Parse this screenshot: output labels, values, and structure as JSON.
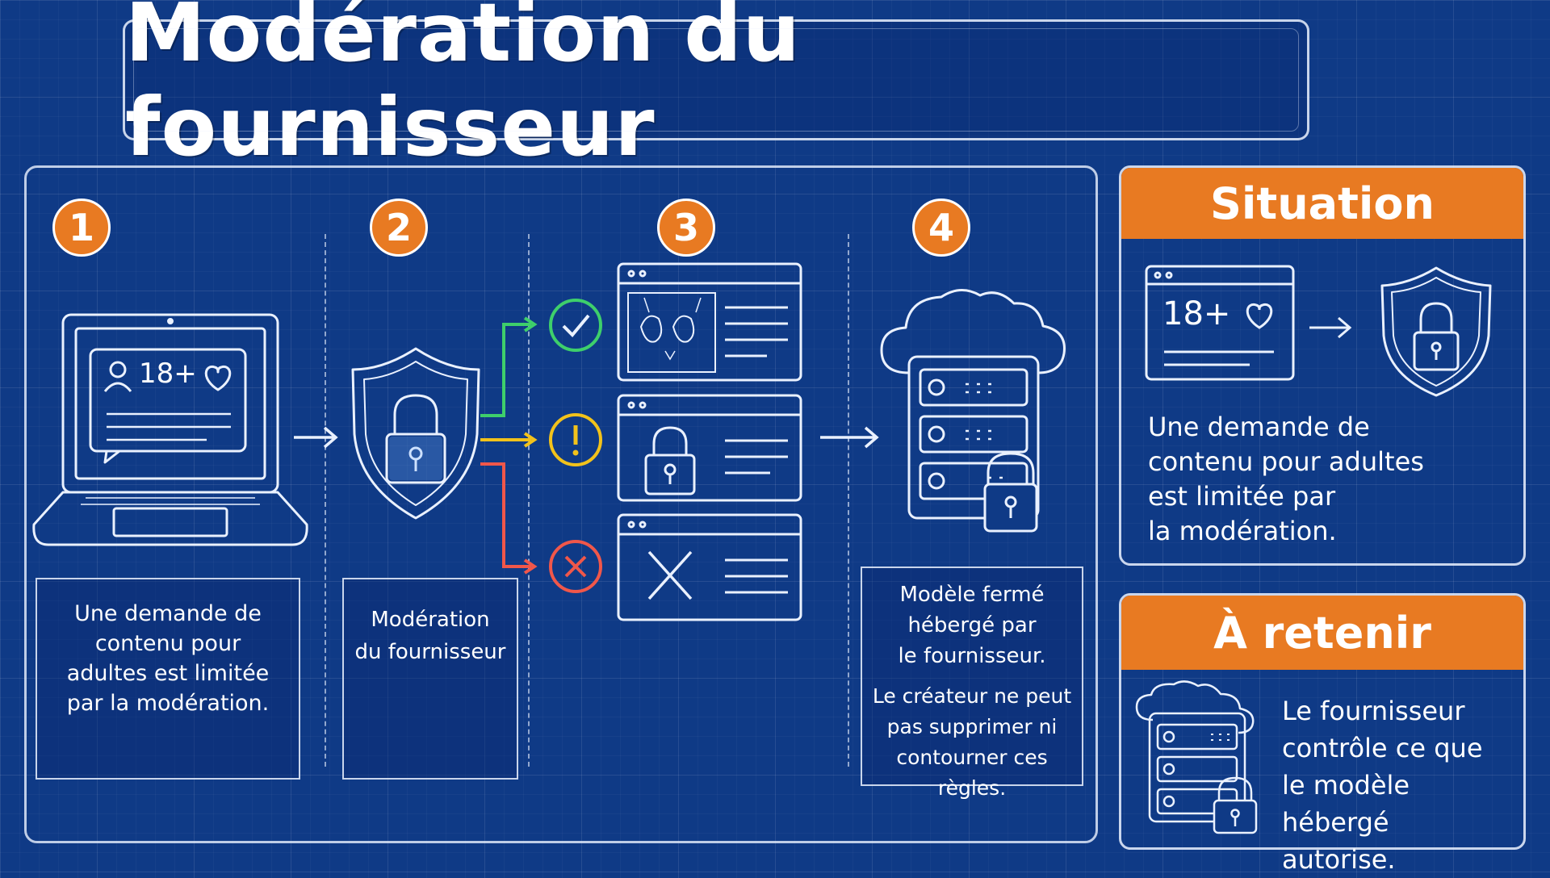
{
  "title": "Modération du fournisseur",
  "steps": [
    {
      "number": "1",
      "lines": [
        "Une demande de",
        "contenu pour",
        "adultes est limitée",
        "par la modération."
      ]
    },
    {
      "number": "2",
      "lines": [
        "Modération",
        "du fournisseur"
      ]
    },
    {
      "number": "3",
      "lines": []
    },
    {
      "number": "4",
      "lines": [
        "Modèle fermé",
        "hébergé par",
        "le fournisseur."
      ],
      "note_lines": [
        "Le créateur ne peut",
        "pas supprimer ni",
        "contourner ces règles."
      ]
    }
  ],
  "screen_badge": "18+",
  "outcomes": [
    {
      "status": "allowed",
      "color": "#3ecf6b"
    },
    {
      "status": "warning",
      "color": "#f2c21b"
    },
    {
      "status": "blocked",
      "color": "#f0574a"
    }
  ],
  "situation": {
    "header": "Situation",
    "badge": "18+",
    "lines": [
      "Une demande de",
      "contenu pour adultes",
      "est limitée par",
      "la modération."
    ]
  },
  "retain": {
    "header": "À retenir",
    "lines": [
      "Le fournisseur",
      "contrôle ce que",
      "le modèle hébergé",
      "autorise."
    ]
  },
  "colors": {
    "background": "#0f3a86",
    "accent": "#e87a22",
    "line": "#eaf1ff"
  }
}
